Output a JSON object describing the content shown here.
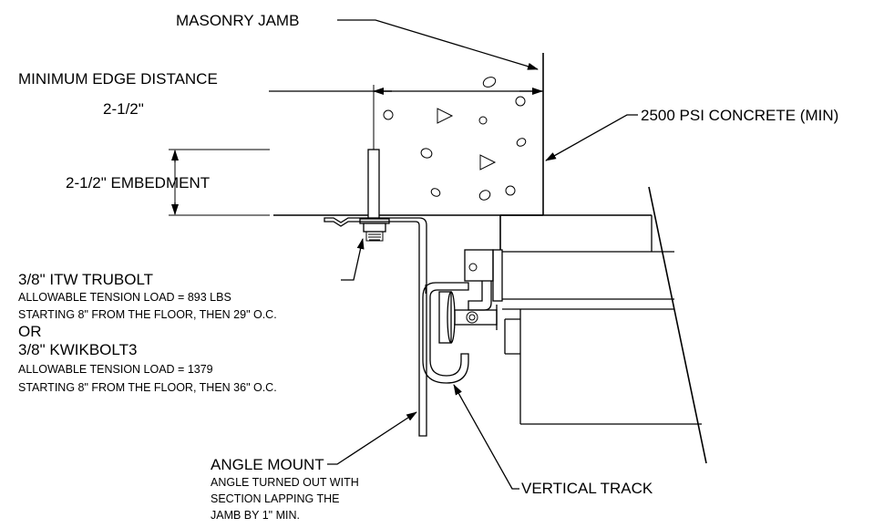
{
  "labels": {
    "masonry_jamb": "MASONRY JAMB",
    "min_edge_distance": "MINIMUM EDGE DISTANCE",
    "edge_value": "2-1/2\"",
    "concrete": "2500 PSI CONCRETE (MIN)",
    "embedment": "2-1/2\" EMBEDMENT",
    "trubolt_title": "3/8\" ITW TRUBOLT",
    "trubolt_load": "ALLOWABLE TENSION LOAD = 893 LBS",
    "trubolt_spacing": "STARTING 8\" FROM THE FLOOR, THEN 29\" O.C.",
    "or": "OR",
    "kwikbolt_title": "3/8\" KWIKBOLT3",
    "kwikbolt_load": "ALLOWABLE TENSION LOAD = 1379",
    "kwikbolt_spacing": "STARTING 8\" FROM THE FLOOR, THEN 36\" O.C.",
    "angle_mount": "ANGLE MOUNT",
    "angle_note_1": "ANGLE TURNED OUT WITH",
    "angle_note_2": "SECTION LAPPING THE",
    "angle_note_3": "JAMB BY 1\" MIN.",
    "vertical_track": "VERTICAL TRACK"
  }
}
